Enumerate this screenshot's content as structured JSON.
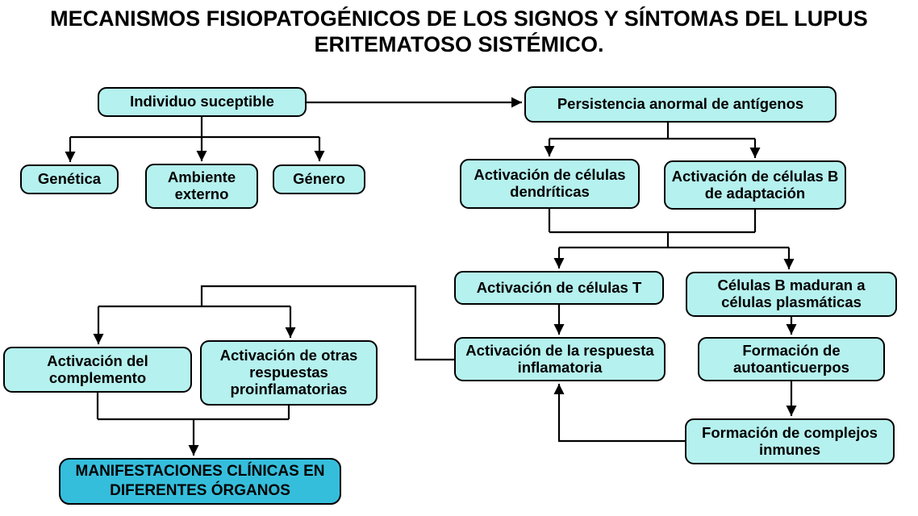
{
  "title": "MECANISMOS FISIOPATOGÉNICOS DE LOS SIGNOS Y SÍNTOMAS DEL LUPUS ERITEMATOSO SISTÉMICO.",
  "colors": {
    "background": "#ffffff",
    "node-fill": "#b5f1ee",
    "node-border": "#000000",
    "highlight-fill": "#35bedc",
    "arrow": "#000000",
    "text": "#000000"
  },
  "nodes": {
    "individuo": {
      "label": "Individuo suceptible"
    },
    "persistencia": {
      "label": "Persistencia anormal de antígenos"
    },
    "genetica": {
      "label": "Genética"
    },
    "ambiente": {
      "label": "Ambiente externo"
    },
    "genero": {
      "label": "Género"
    },
    "dendriticas": {
      "label": "Activación de células dendríticas"
    },
    "b_adaptacion": {
      "label": "Activación de células B de adaptación"
    },
    "celulas_t": {
      "label": "Activación de células T"
    },
    "b_maduran": {
      "label": "Células B maduran a células plasmáticas"
    },
    "inflamatoria": {
      "label": "Activación de la respuesta inflamatoria"
    },
    "autoanticuerpos": {
      "label": "Formación de autoanticuerpos"
    },
    "complemento": {
      "label": "Activación del complemento"
    },
    "proinflamatorias": {
      "label": "Activación de otras respuestas proinflamatorias"
    },
    "complejos": {
      "label": "Formación de complejos inmunes"
    },
    "manifestaciones": {
      "label": "MANIFESTACIONES CLÍNICAS EN DIFERENTES ÓRGANOS"
    }
  }
}
